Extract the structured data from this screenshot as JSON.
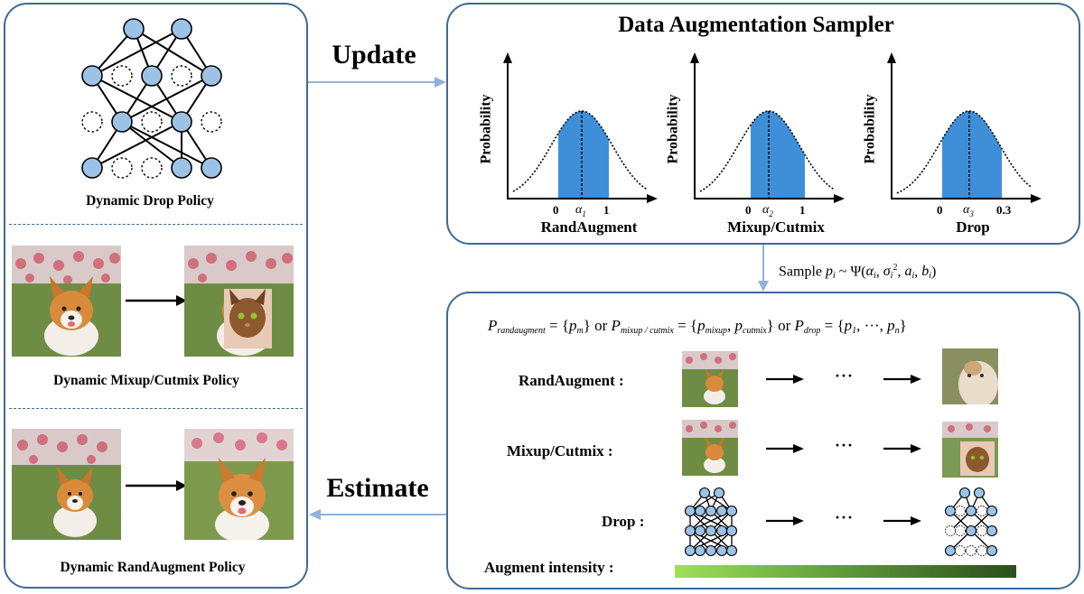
{
  "left": {
    "drop_caption": "Dynamic Drop Policy",
    "mixup_caption": "Dynamic Mixup/Cutmix Policy",
    "randaug_caption": "Dynamic RandAugment Policy"
  },
  "arrows": {
    "update": "Update",
    "estimate": "Estimate",
    "sample_prefix": "Sample"
  },
  "sampler": {
    "title": "Data Augmentation Sampler",
    "plots": [
      {
        "ylabel": "Probability",
        "xlabel": "RandAugment",
        "tick_low": "0",
        "tick_alpha": "α",
        "alpha_sub": "1",
        "tick_high": "1"
      },
      {
        "ylabel": "Probability",
        "xlabel": "Mixup/Cutmix",
        "tick_low": "0",
        "tick_alpha": "α",
        "alpha_sub": "2",
        "tick_high": "1"
      },
      {
        "ylabel": "Probability",
        "xlabel": "Drop",
        "tick_low": "0",
        "tick_alpha": "α",
        "alpha_sub": "3",
        "tick_high": "0.3"
      }
    ]
  },
  "apply": {
    "rows": [
      {
        "label": "RandAugment :",
        "dots": "···"
      },
      {
        "label": "Mixup/Cutmix :",
        "dots": "···"
      },
      {
        "label": "Drop :",
        "dots": "···"
      }
    ],
    "intensity_label": "Augment intensity :"
  },
  "colors": {
    "panel_border": "#3f6a93",
    "node_fill": "#9cc3e6",
    "curve_fill": "#3f8fd8",
    "arrow_line": "#8fb1dc"
  }
}
